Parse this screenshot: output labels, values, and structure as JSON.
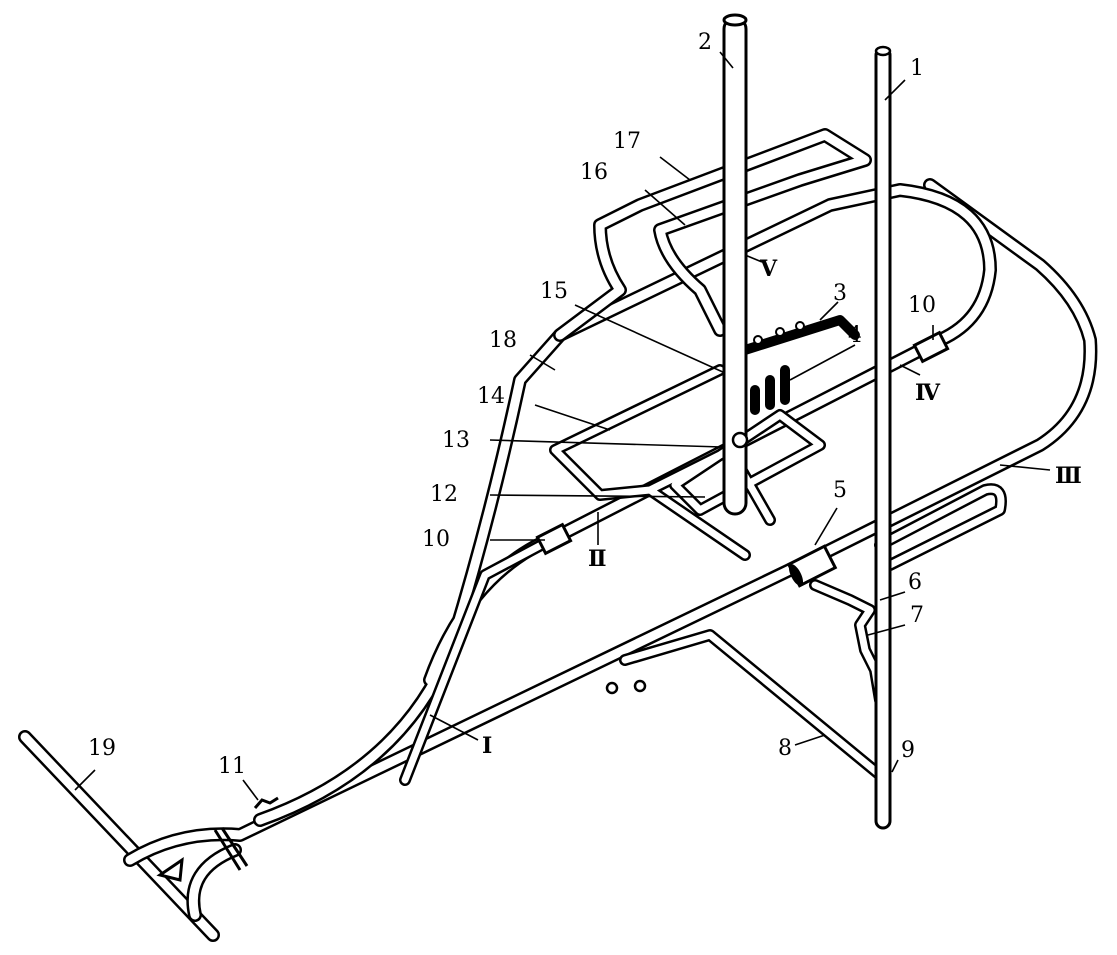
{
  "labels": {
    "n1": "1",
    "n2": "2",
    "n3": "3",
    "n4": "4",
    "n5": "5",
    "n6": "6",
    "n7": "7",
    "n8": "8",
    "n9": "9",
    "n10a": "10",
    "n10b": "10",
    "n11": "11",
    "n12": "12",
    "n13": "13",
    "n14": "14",
    "n15": "15",
    "n16": "16",
    "n17": "17",
    "n18": "18",
    "n19": "19",
    "r1_bottom": "Ⅰ",
    "r1_right": "Ⅲ",
    "r2": "Ⅱ",
    "r4": "Ⅳ",
    "r5": "Ⅴ"
  },
  "colors": {
    "line": "#000000",
    "background": "#ffffff"
  }
}
